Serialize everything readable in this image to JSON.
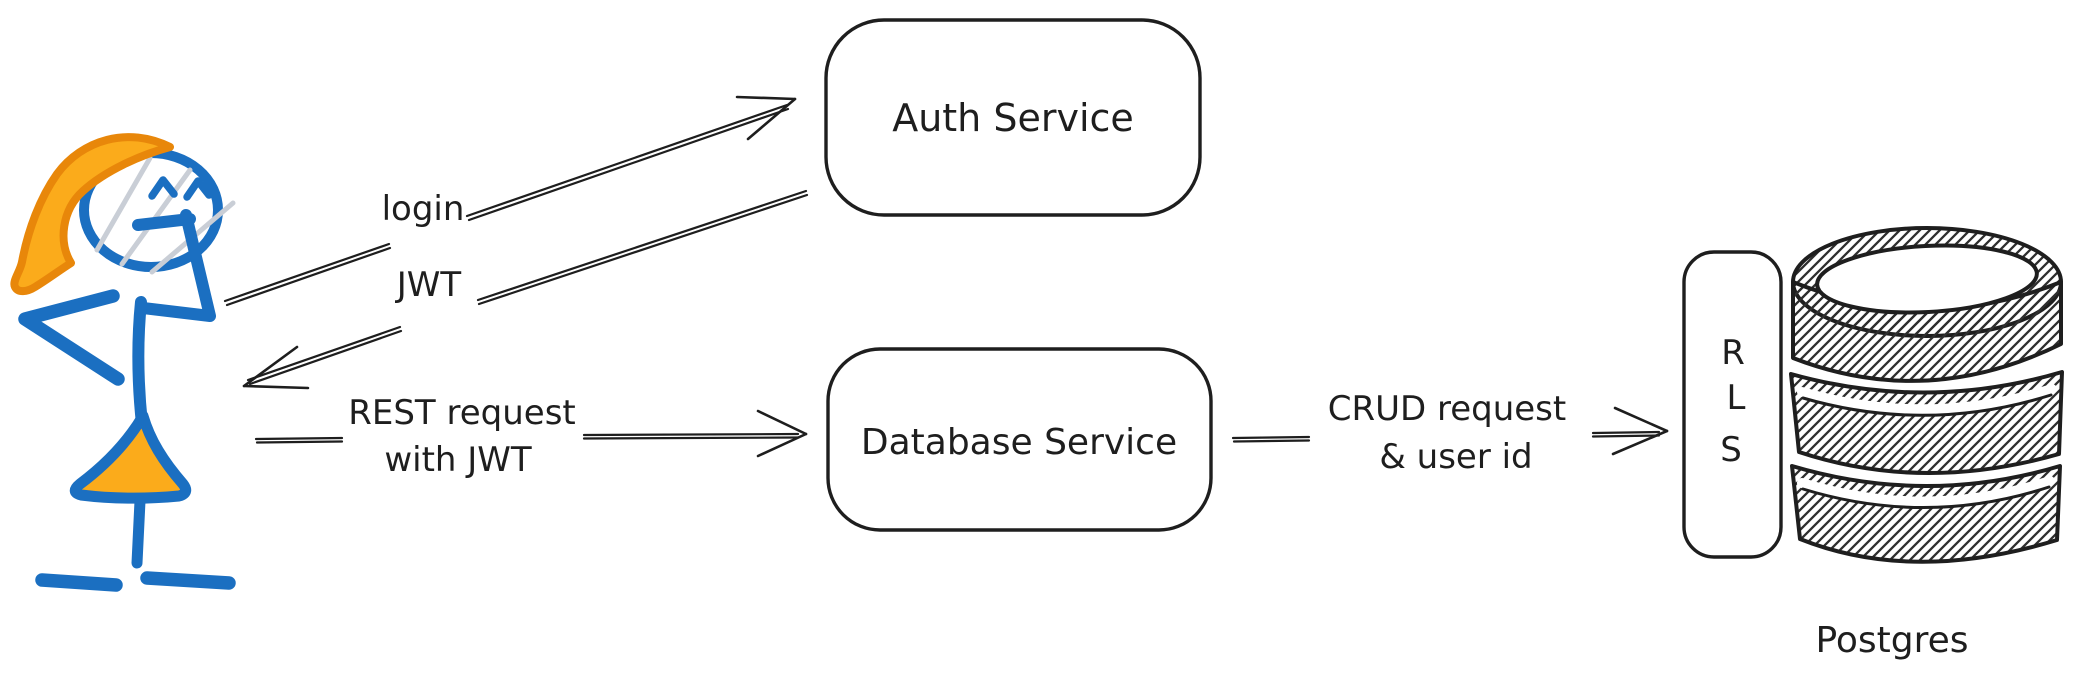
{
  "diagram": {
    "type": "hand-drawn architecture sketch",
    "actor": {
      "icon": "stick-figure-user-icon"
    },
    "nodes": {
      "auth_service": {
        "label": "Auth Service"
      },
      "database_service": {
        "label": "Database Service"
      },
      "rls": {
        "letters": [
          "R",
          "L",
          "S"
        ]
      },
      "postgres": {
        "label": "Postgres",
        "icon": "database-cylinder-icon"
      }
    },
    "arrows": {
      "login": {
        "label": "login",
        "from": "user",
        "to": "auth_service"
      },
      "jwt": {
        "label": "JWT",
        "from": "auth_service",
        "to": "user"
      },
      "rest": {
        "lines": [
          "REST request",
          "with JWT"
        ],
        "from": "user",
        "to": "database_service"
      },
      "crud": {
        "lines": [
          "CRUD request",
          "& user id"
        ],
        "from": "database_service",
        "to": "rls"
      }
    },
    "colors": {
      "ink": "#1e1e1e",
      "figure_blue": "#1b6fc1",
      "hair_orange_stroke": "#e8870a",
      "orange_fill": "#fbab1b",
      "strand_gray": "#c9ced6",
      "background": "#ffffff"
    }
  }
}
